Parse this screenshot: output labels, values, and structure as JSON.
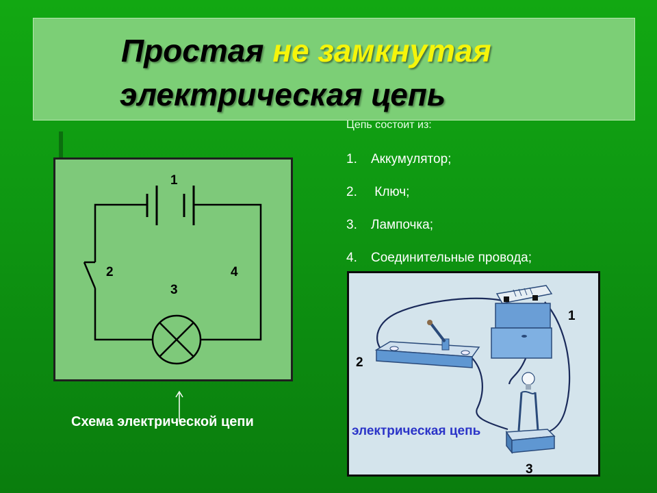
{
  "title": {
    "line1_part1": "Простая ",
    "line1_part2": "не замкнутая",
    "line2": "электрическая цепь"
  },
  "list": {
    "intro": "Цепь состоит из:",
    "items": [
      {
        "num": "1.",
        "text": "Аккумулятор;"
      },
      {
        "num": "2.",
        "text": " Ключ;"
      },
      {
        "num": "3.",
        "text": "Лампочка;"
      },
      {
        "num": "4.",
        "text": "Соединительные провода;"
      }
    ]
  },
  "schematic": {
    "labels": {
      "battery": "1",
      "switch": "2",
      "lamp": "3",
      "wires": "4"
    }
  },
  "caption": "Схема электрической цепи",
  "illustration": {
    "label": "электрическая цепь",
    "numbers": {
      "battery": "1",
      "switch": "2",
      "lamp": "3"
    }
  },
  "colors": {
    "background": "#12a812",
    "title_highlight": "#f5f50a",
    "panel": "#7ec97a",
    "illustration_label": "#2b34c8"
  }
}
